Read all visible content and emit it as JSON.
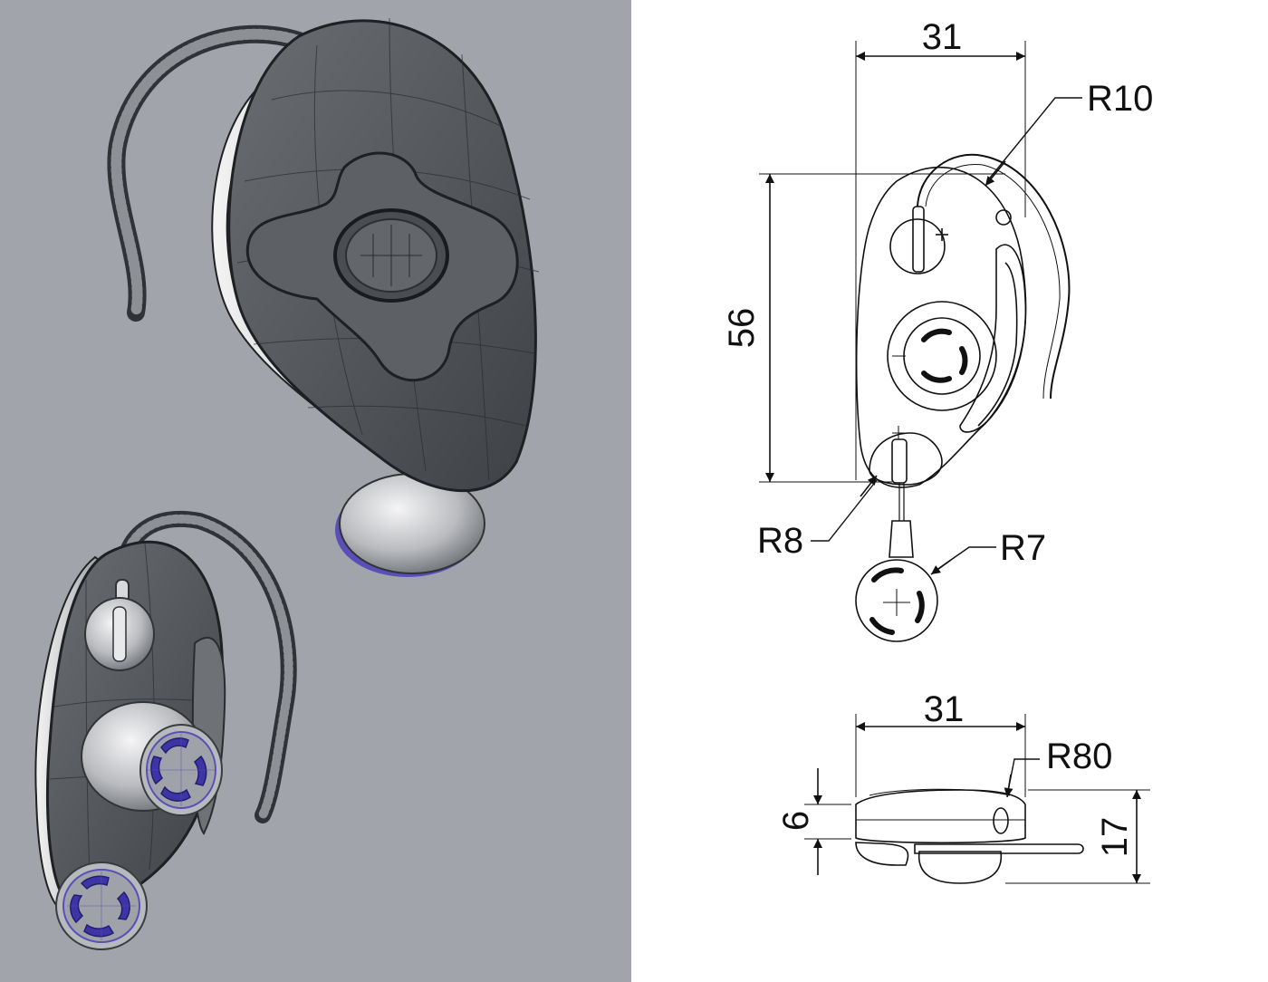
{
  "drawing": {
    "front_view": {
      "width_label": "31",
      "height_label": "56",
      "radius_top_label": "R10",
      "radius_bottom_label": "R8",
      "radius_earbud_label": "R7"
    },
    "side_view": {
      "width_label": "31",
      "radius_label": "R80",
      "thickness_label": "6",
      "depth_label": "17"
    }
  },
  "colors": {
    "render_background": "#a1a4ab",
    "body_shell": "#55585d",
    "accent_purple": "#5a4fb8",
    "line_ink": "#111111"
  }
}
